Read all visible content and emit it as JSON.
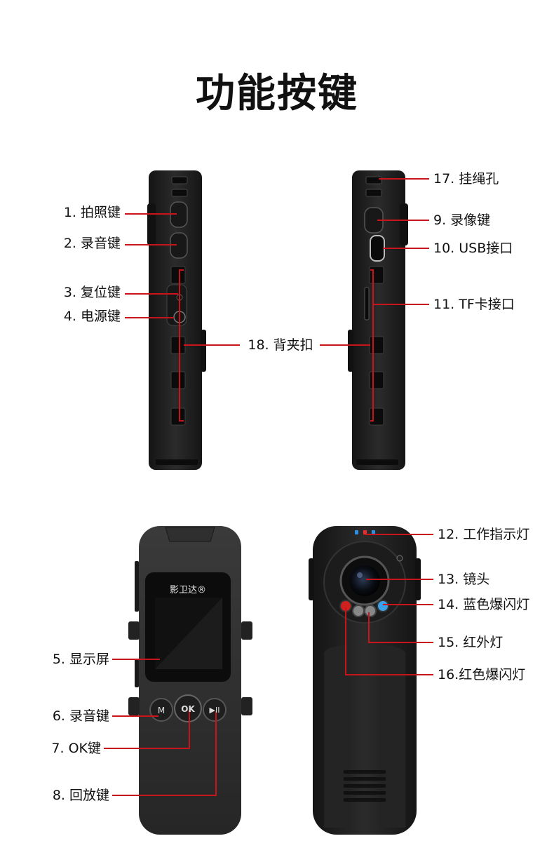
{
  "page": {
    "title": "功能按键",
    "colors": {
      "leader": "#c8141a",
      "device": "#1e1e1e"
    },
    "brand_mark": "影卫达®",
    "side_view_left": {
      "labels": [
        "1. 拍照键",
        "2. 录音键",
        "3. 复位键",
        "4. 电源键"
      ]
    },
    "side_view_right": {
      "labels": [
        "17. 挂绳孔",
        "9. 录像键",
        "10. USB接口",
        "11. TF卡接口"
      ]
    },
    "center_label": "18. 背夹扣",
    "front_view": {
      "labels": [
        "5. 显示屏",
        "6. 录音键",
        "7. OK键",
        "8. 回放键"
      ],
      "button_m": "M",
      "button_ok": "OK",
      "button_play": "▶II"
    },
    "back_view": {
      "labels": [
        "12. 工作指示灯",
        "13. 镜头",
        "14. 蓝色爆闪灯",
        "15. 红外灯",
        "16.红色爆闪灯"
      ]
    }
  }
}
